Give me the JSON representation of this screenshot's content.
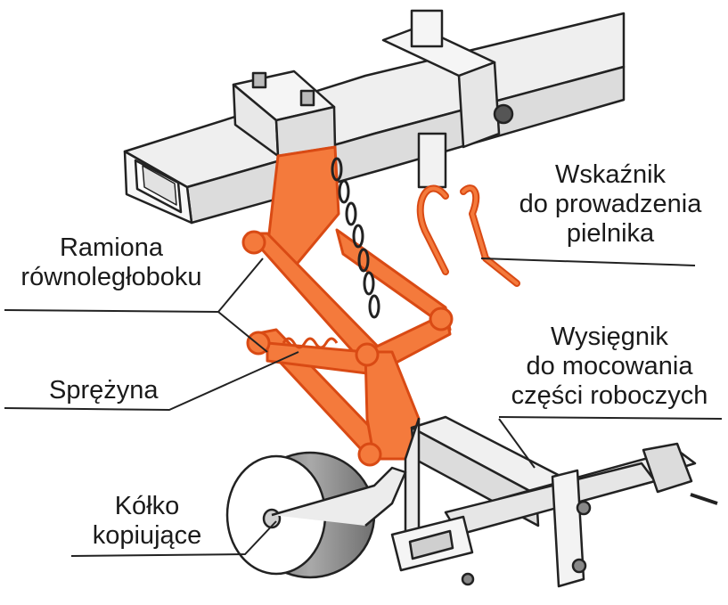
{
  "labels": {
    "indicator": [
      "Wskaźnik",
      "do prowadzenia",
      "pielnika"
    ],
    "parallelogram_arms": [
      "Ramiona",
      "równoległoboku"
    ],
    "spring": [
      "Sprężyna"
    ],
    "boom": [
      "Wysięgnik",
      "do mocowania",
      "części roboczych"
    ],
    "copy_wheel": [
      "Kółko",
      "kopiujące"
    ]
  },
  "colors": {
    "highlight": "#f47a3c",
    "highlight_dark": "#d94a14",
    "frame_fill": "#f2f2f2",
    "frame_stroke": "#222222",
    "wheel_fill": "#8c8c8c",
    "leader": "#222222"
  }
}
